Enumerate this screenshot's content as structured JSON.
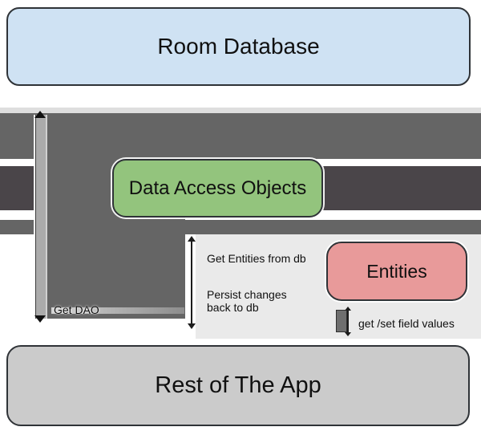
{
  "boxes": {
    "room_database": {
      "label": "Room Database",
      "fill": "#cfe2f3"
    },
    "dao": {
      "label": "Data Access Objects",
      "fill": "#93c47d"
    },
    "entities": {
      "label": "Entities",
      "fill": "#e89a9a"
    },
    "rest_of_app": {
      "label": "Rest of The App",
      "fill": "#cbcbcb"
    }
  },
  "arrow_labels": {
    "get_dao": "Get DAO",
    "get_entities": "Get Entities from db",
    "persist_line1": "Persist changes",
    "persist_line2": "back to db",
    "field_values": "get /set field values"
  },
  "colors": {
    "block_arrow_medium": "#656565",
    "block_arrow_dark": "#4a4549",
    "panel_light": "#eaeaea",
    "get_dao_bar": "#ababab",
    "box_border": "#2f3337",
    "background": "#ffffff"
  }
}
